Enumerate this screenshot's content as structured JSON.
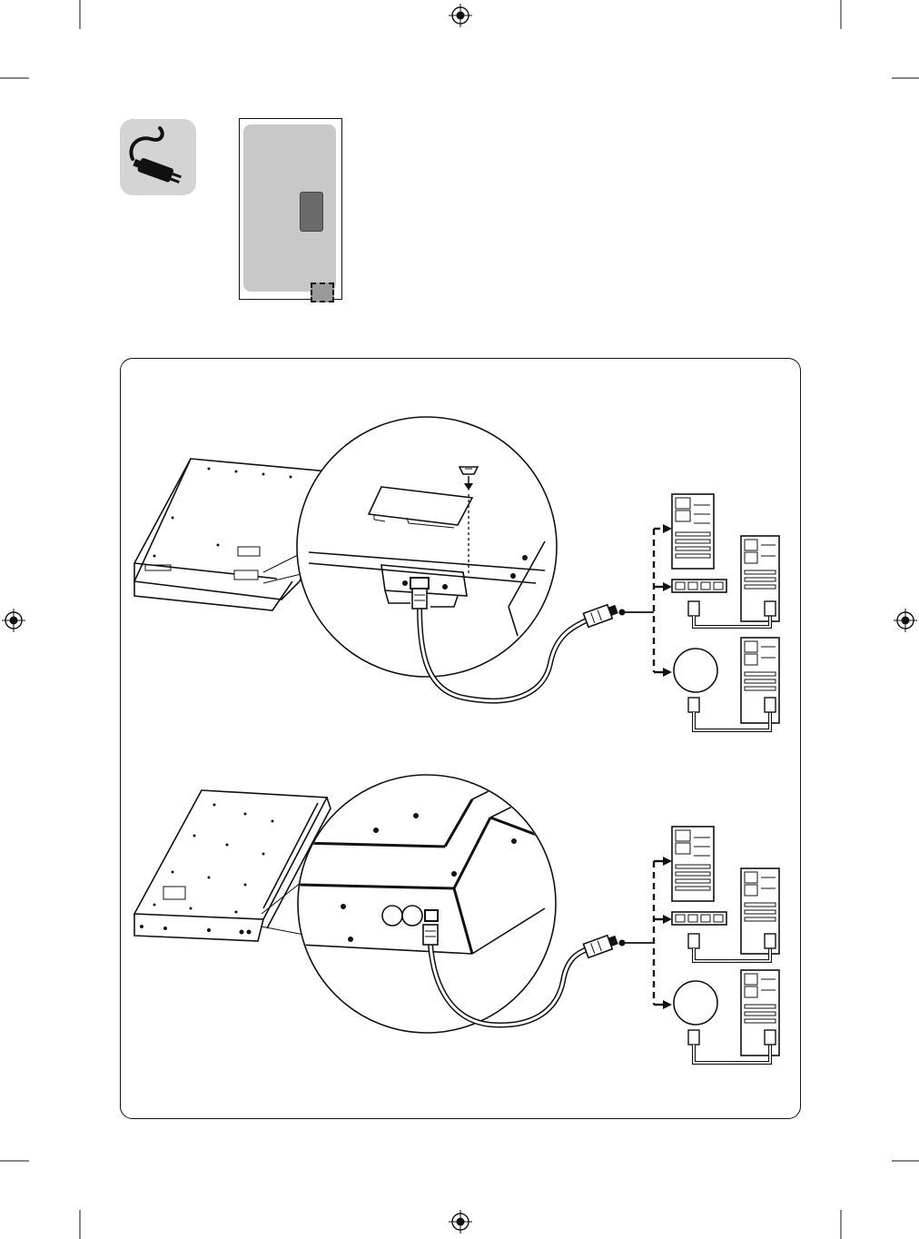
{
  "page": {
    "background": "#ffffff"
  },
  "icons": {
    "header_icon": "power-cable-plug-icon",
    "header_icon_bg": "#d4d4d4",
    "registration_mark": "crosshair-target-icon"
  },
  "monitor_thumbnail": {
    "panel_color": "#c8c8c8",
    "port_block_color": "#6a6a6a",
    "highlight": "dashed-port-highlight"
  },
  "diagram_panel": {
    "sections": [
      {
        "id": "upper",
        "device_view": "landscape-display-rear",
        "zoom": "lan-port-behind-cover-with-screw"
      },
      {
        "id": "lower",
        "device_view": "display-rear-edge",
        "zoom": "lan-port-on-side-edge"
      }
    ],
    "connection_targets": [
      "network-router-icon",
      "lan-hub-icon",
      "computer-tower-icon"
    ]
  }
}
